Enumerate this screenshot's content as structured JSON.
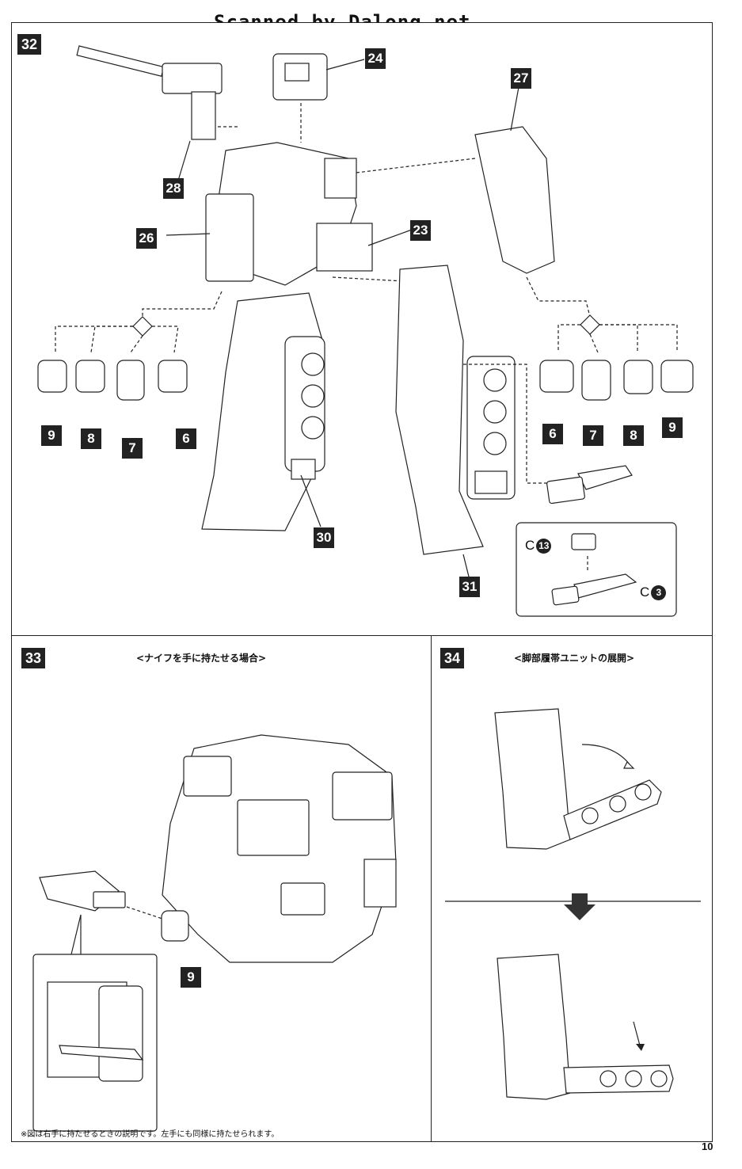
{
  "watermark": "Scanned by Dalong.net",
  "steps": {
    "s32": "32",
    "s33": "33",
    "s34": "34"
  },
  "step32": {
    "parts": {
      "p24": "24",
      "p27": "27",
      "p28": "28",
      "p26": "26",
      "p23": "23",
      "p30": "30",
      "p31": "31"
    },
    "left_hands": [
      "9",
      "8",
      "7",
      "6"
    ],
    "right_hands": [
      "6",
      "7",
      "8",
      "9"
    ],
    "knife_refs": {
      "c13_letter": "C",
      "c13_num": "13",
      "c3_letter": "C",
      "c3_num": "3"
    }
  },
  "step33": {
    "title": "<ナイフを手に持たせる場合>",
    "part": "9",
    "note": "※図は右手に持たせるときの説明です。左手にも同様に持たせられます。"
  },
  "step34": {
    "title": "<脚部履帯ユニットの展開>"
  },
  "page_number": "10",
  "colors": {
    "ink": "#222222",
    "paper": "#ffffff"
  }
}
